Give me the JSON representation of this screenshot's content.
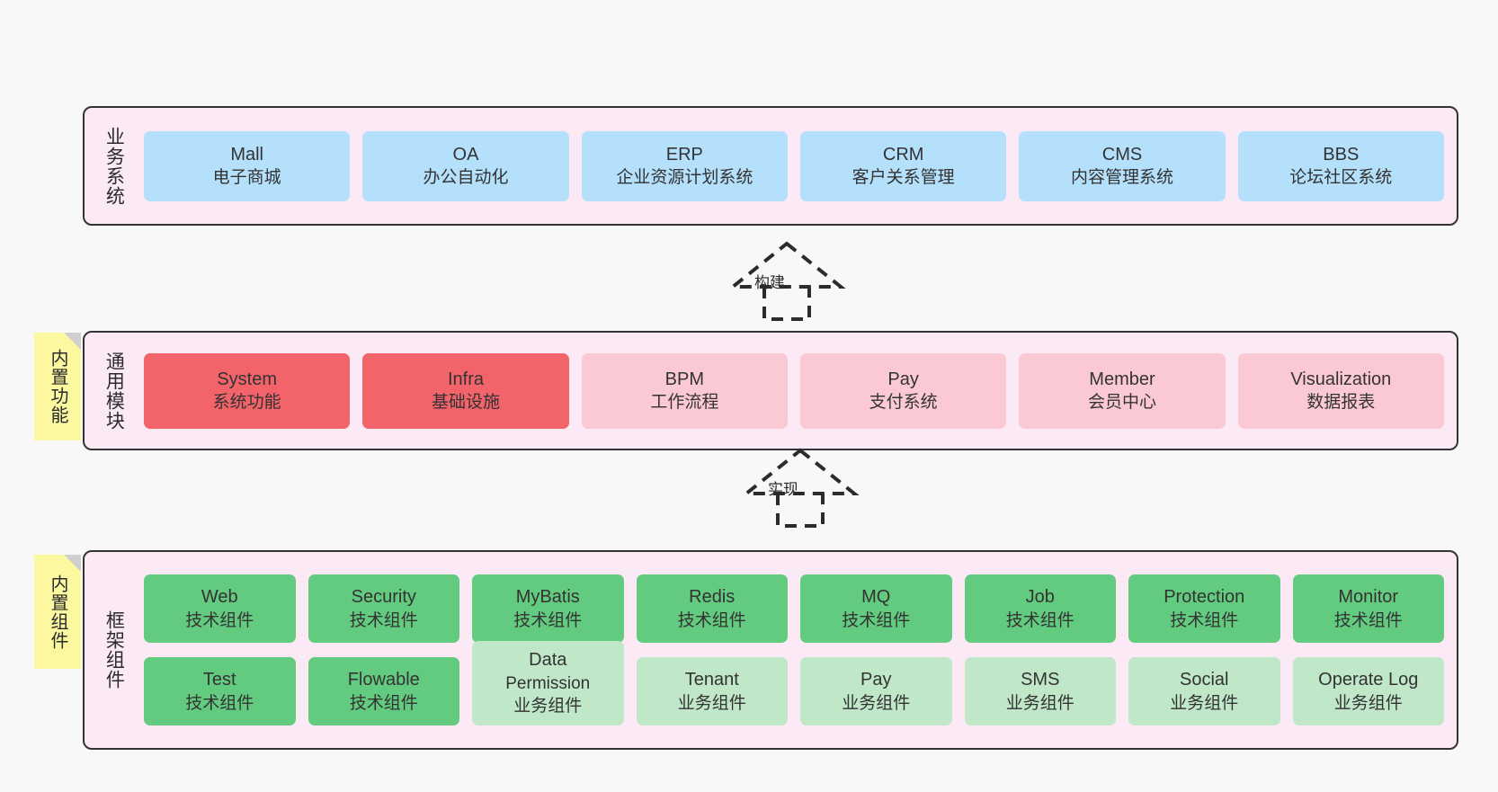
{
  "diagram": {
    "background_color": "#f8f8f8",
    "layer_fill": "#fbeaf5",
    "note_fill": "#fbf8a0"
  },
  "layers": [
    {
      "id": "business-systems",
      "title": "业务系统",
      "note": null,
      "rows": [
        {
          "cards": [
            {
              "line1": "Mall",
              "line2": "电子商城",
              "style": "blue"
            },
            {
              "line1": "OA",
              "line2": "办公自动化",
              "style": "blue"
            },
            {
              "line1": "ERP",
              "line2": "企业资源计划系统",
              "style": "blue"
            },
            {
              "line1": "CRM",
              "line2": "客户关系管理",
              "style": "blue"
            },
            {
              "line1": "CMS",
              "line2": "内容管理系统",
              "style": "blue"
            },
            {
              "line1": "BBS",
              "line2": "论坛社区系统",
              "style": "blue"
            }
          ]
        }
      ]
    },
    {
      "id": "common-modules",
      "title": "通用模块",
      "note": "内置功能",
      "rows": [
        {
          "cards": [
            {
              "line1": "System",
              "line2": "系统功能",
              "style": "red"
            },
            {
              "line1": "Infra",
              "line2": "基础设施",
              "style": "red"
            },
            {
              "line1": "BPM",
              "line2": "工作流程",
              "style": "pink"
            },
            {
              "line1": "Pay",
              "line2": "支付系统",
              "style": "pink"
            },
            {
              "line1": "Member",
              "line2": "会员中心",
              "style": "pink"
            },
            {
              "line1": "Visualization",
              "line2": "数据报表",
              "style": "pink"
            }
          ]
        }
      ]
    },
    {
      "id": "framework-components",
      "title": "框架组件",
      "note": "内置组件",
      "rows": [
        {
          "cards": [
            {
              "line1": "Web",
              "line2": "技术组件",
              "style": "green"
            },
            {
              "line1": "Security",
              "line2": "技术组件",
              "style": "green"
            },
            {
              "line1": "MyBatis",
              "line2": "技术组件",
              "style": "green"
            },
            {
              "line1": "Redis",
              "line2": "技术组件",
              "style": "green"
            },
            {
              "line1": "MQ",
              "line2": "技术组件",
              "style": "green"
            },
            {
              "line1": "Job",
              "line2": "技术组件",
              "style": "green"
            },
            {
              "line1": "Protection",
              "line2": "技术组件",
              "style": "green"
            },
            {
              "line1": "Monitor",
              "line2": "技术组件",
              "style": "green"
            }
          ]
        },
        {
          "cards": [
            {
              "line1": "Test",
              "line2": "技术组件",
              "style": "green"
            },
            {
              "line1": "Flowable",
              "line2": "技术组件",
              "style": "green"
            },
            {
              "line1": "Data",
              "line2": "Permission",
              "line3": "业务组件",
              "style": "lgreen tall"
            },
            {
              "line1": "Tenant",
              "line2": "业务组件",
              "style": "lgreen"
            },
            {
              "line1": "Pay",
              "line2": "业务组件",
              "style": "lgreen"
            },
            {
              "line1": "SMS",
              "line2": "业务组件",
              "style": "lgreen"
            },
            {
              "line1": "Social",
              "line2": "业务组件",
              "style": "lgreen"
            },
            {
              "line1": "Operate Log",
              "line2": "业务组件",
              "style": "lgreen"
            }
          ]
        }
      ]
    }
  ],
  "connectors": [
    {
      "id": "build",
      "label": "构建",
      "style": "dashed-generalization"
    },
    {
      "id": "implement",
      "label": "实现",
      "style": "dashed-generalization"
    }
  ]
}
